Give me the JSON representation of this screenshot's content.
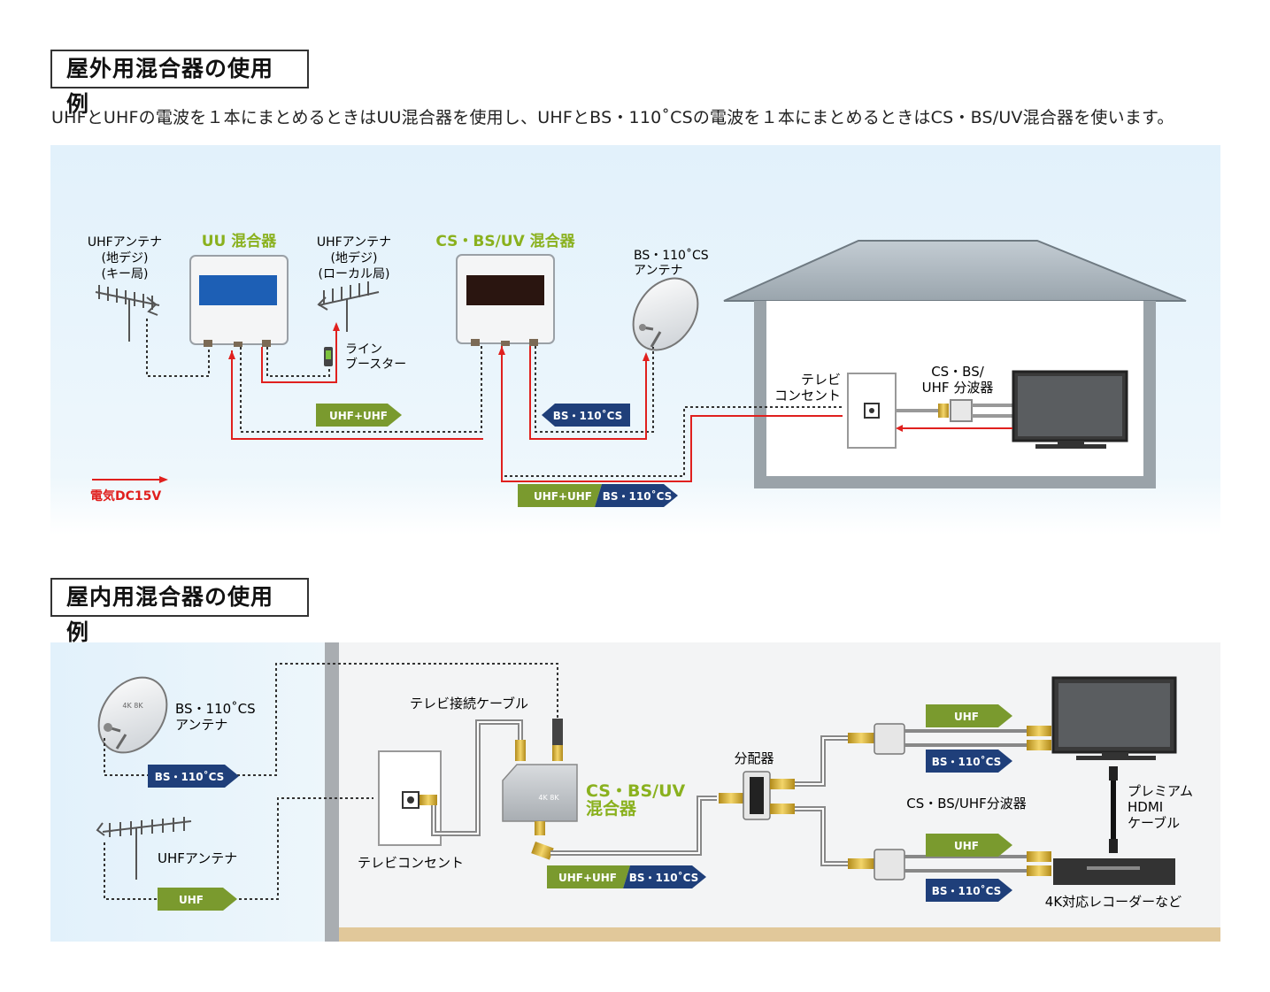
{
  "outdoor": {
    "title": "屋外用混合器の使用例",
    "description": "UHFとUHFの電波を１本にまとめるときはUU混合器を使用し、UHFとBS・110˚CSの電波を１本にまとめるときはCS・BS/UV混合器を使います。",
    "uhf_antenna_key": [
      "UHFアンテナ",
      "(地デジ)",
      "(キー局)"
    ],
    "uu_mixer": "UU 混合器",
    "uhf_antenna_local": [
      "UHFアンテナ",
      "(地デジ)",
      "(ローカル局)"
    ],
    "cs_bs_uv_mixer": "CS・BS/UV 混合器",
    "bs_antenna": [
      "BS・110˚CS",
      "アンテナ"
    ],
    "line_booster": [
      "ライン",
      "ブースター"
    ],
    "tv_outlet": [
      "テレビ",
      "コンセント"
    ],
    "splitter": [
      "CS・BS/",
      "UHF 分波器"
    ],
    "arrow_uhf_uhf": "UHF+UHF",
    "arrow_bs_cs": "BS・110˚CS",
    "arrow_combined_a": "UHF+UHF",
    "arrow_combined_b": "BS・110˚CS",
    "legend_power": "電気DC15V"
  },
  "indoor": {
    "title": "屋内用混合器の使用例",
    "bs_antenna": [
      "BS・110˚CS",
      "アンテナ"
    ],
    "arrow_bs_cs": "BS・110˚CS",
    "uhf_antenna": "UHFアンテナ",
    "arrow_uhf": "UHF",
    "tv_cable": "テレビ接続ケーブル",
    "mixer": [
      "CS・BS/UV",
      "混合器"
    ],
    "tv_outlet": "テレビコンセント",
    "arrow_combined_a": "UHF+UHF",
    "arrow_combined_b": "BS・110˚CS",
    "distributor": "分配器",
    "splitter": "CS・BS/UHF分波器",
    "arrow_uhf_top": "UHF",
    "arrow_bs_top": "BS・110˚CS",
    "arrow_uhf_bottom": "UHF",
    "arrow_bs_bottom": "BS・110˚CS",
    "hdmi": [
      "プレミアム",
      "HDMI",
      "ケーブル"
    ],
    "recorder": "4K対応レコーダーなど",
    "dish_logo": "4K 8K",
    "mixer_logo": "4K 8K"
  },
  "colors": {
    "green": "#7a9a2e",
    "navy": "#1f3f7a",
    "red": "#e0201e",
    "sky": "#e4f2fb",
    "lime_label": "#8ab11e"
  }
}
